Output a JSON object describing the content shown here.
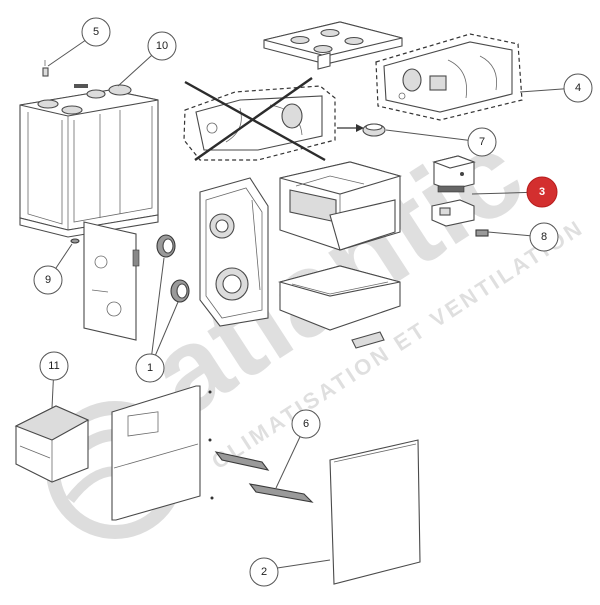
{
  "diagram": {
    "callouts": [
      {
        "label": "1",
        "highlighted": false
      },
      {
        "label": "2",
        "highlighted": false
      },
      {
        "label": "3",
        "highlighted": true
      },
      {
        "label": "4",
        "highlighted": false
      },
      {
        "label": "5",
        "highlighted": false
      },
      {
        "label": "6",
        "highlighted": false
      },
      {
        "label": "7",
        "highlighted": false
      },
      {
        "label": "8",
        "highlighted": false
      },
      {
        "label": "9",
        "highlighted": false
      },
      {
        "label": "10",
        "highlighted": false
      },
      {
        "label": "11",
        "highlighted": false
      }
    ],
    "highlight_color": "#d32f2f"
  },
  "watermark": {
    "brand": "atlantic",
    "tagline": "CLIMATISATION ET VENTILATION"
  }
}
